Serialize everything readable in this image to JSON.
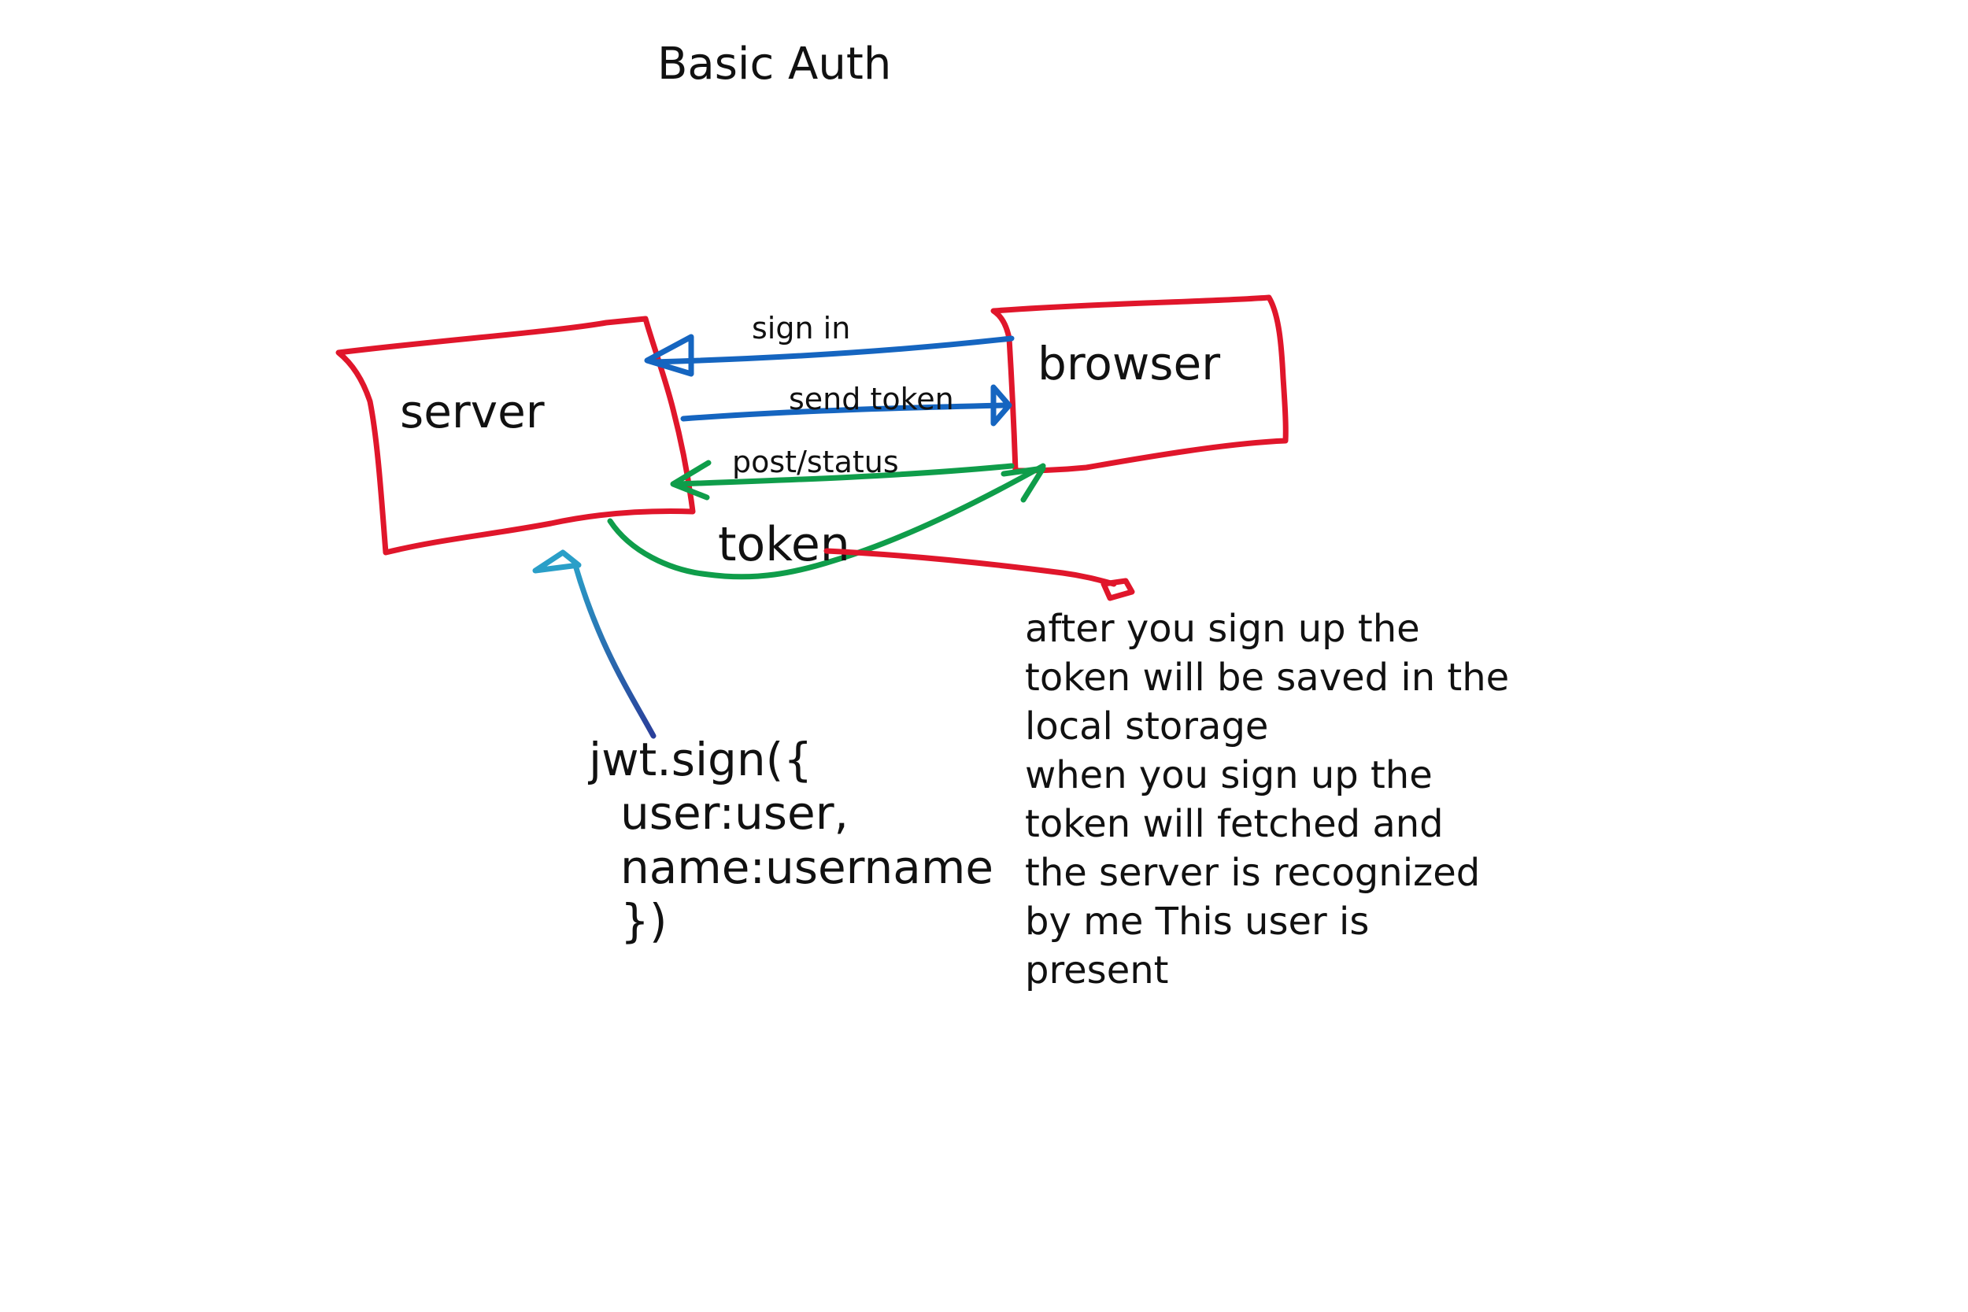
{
  "title": "Basic Auth",
  "colors": {
    "box": "#e0162b",
    "blue_arrow": "#1565c0",
    "green_arrow": "#0f9d4a",
    "red_arrow": "#e0162b",
    "code_arrow_top": "#2a9fc8",
    "code_arrow_bottom": "#2a3f9a"
  },
  "nodes": {
    "server": {
      "label": "server"
    },
    "browser": {
      "label": "browser"
    }
  },
  "edges": {
    "sign_in": {
      "label": "sign in",
      "from": "browser",
      "to": "server"
    },
    "send_token": {
      "label": "send token",
      "from": "server",
      "to": "browser"
    },
    "post_status": {
      "label": "post/status",
      "from": "browser",
      "to": "server"
    },
    "token": {
      "label": "token",
      "from": "server",
      "to": "browser"
    }
  },
  "code": {
    "lines": [
      "jwt.sign({",
      "user:user,",
      "name:username",
      "})"
    ]
  },
  "note": {
    "lines": [
      "after you sign up the",
      "token will be saved in the",
      "local storage",
      "when you sign up the",
      "token will fetched and",
      "the server is recognized",
      "by me This user is",
      "present"
    ]
  }
}
